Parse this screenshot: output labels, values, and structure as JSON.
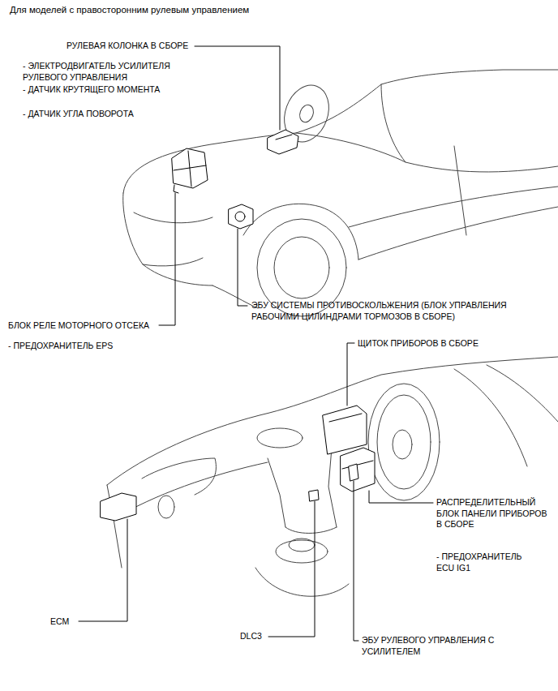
{
  "diagram": {
    "title": "Для моделей с правосторонним рулевым управлением",
    "labels": [
      "РУЛЕВАЯ КОЛОНКА В СБОРЕ",
      "- ЭЛЕКТРОДВИГАТЕЛЬ УСИЛИТЕЛЯ РУЛЕВОГО УПРАВЛЕНИЯ",
      "- ДАТЧИК КРУТЯЩЕГО МОМЕНТА",
      "- ДАТЧИК УГЛА ПОВОРОТА",
      "ЭБУ СИСТЕМЫ ПРОТИВОСКОЛЬЖЕНИЯ (БЛОК УПРАВЛЕНИЯ РАБОЧИМИ ЦИЛИНДРАМИ ТОРМОЗОВ В СБОРЕ)",
      "БЛОК РЕЛЕ МОТОРНОГО ОТСЕКА",
      "- ПРЕДОХРАНИТЕЛЬ EPS",
      "ЩИТОК ПРИБОРОВ В СБОРЕ",
      "РАСПРЕДЕЛИТЕЛЬНЫЙ БЛОК ПАНЕЛИ ПРИБОРОВ В СБОРЕ",
      "- ПРЕДОХРАНИТЕЛЬ ECU IG1",
      "ECM",
      "DLC3",
      "ЭБУ РУЛЕВОГО УПРАВЛЕНИЯ С УСИЛИТЕЛЕМ"
    ]
  }
}
